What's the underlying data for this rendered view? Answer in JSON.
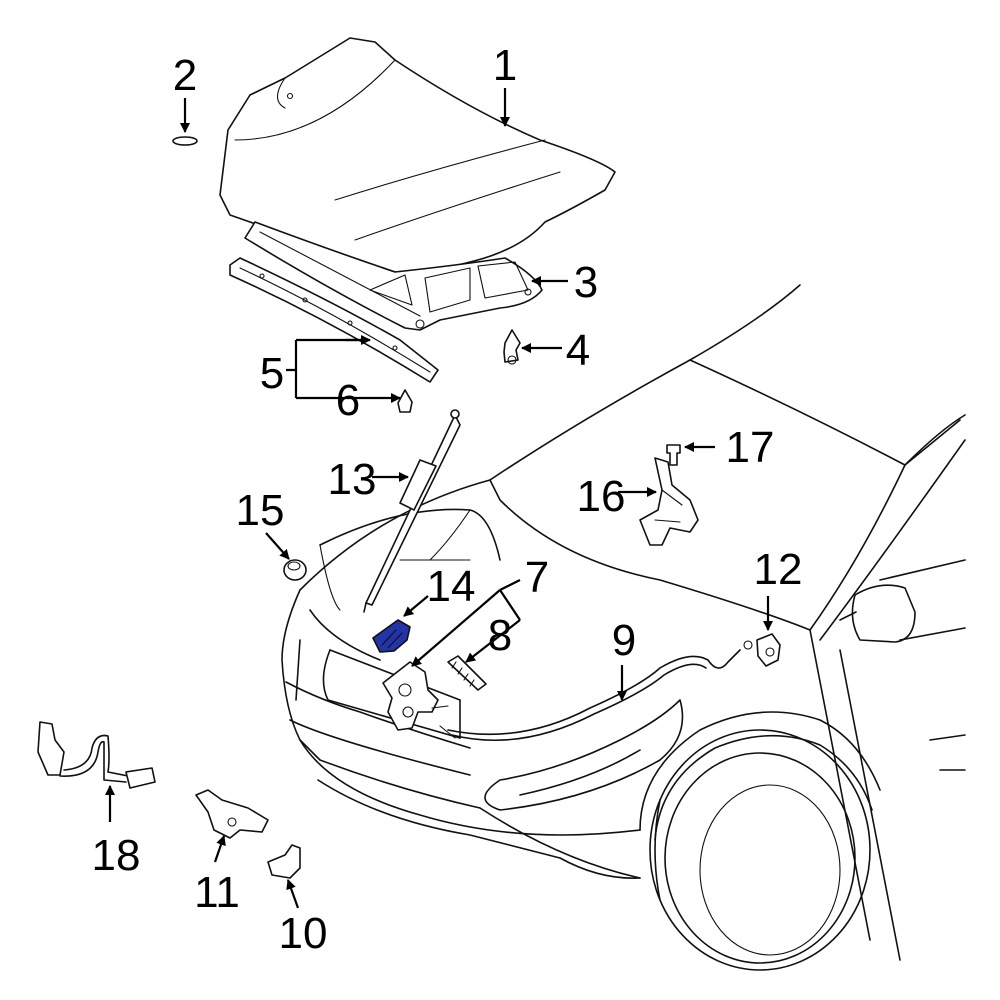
{
  "diagram": {
    "highlight_color": "#2333a8",
    "callouts": {
      "c1": "1",
      "c2": "2",
      "c3": "3",
      "c4": "4",
      "c5": "5",
      "c6": "6",
      "c7": "7",
      "c8": "8",
      "c9": "9",
      "c10": "10",
      "c11": "11",
      "c12": "12",
      "c13": "13",
      "c14": "14",
      "c15": "15",
      "c16": "16",
      "c17": "17",
      "c18": "18"
    }
  }
}
